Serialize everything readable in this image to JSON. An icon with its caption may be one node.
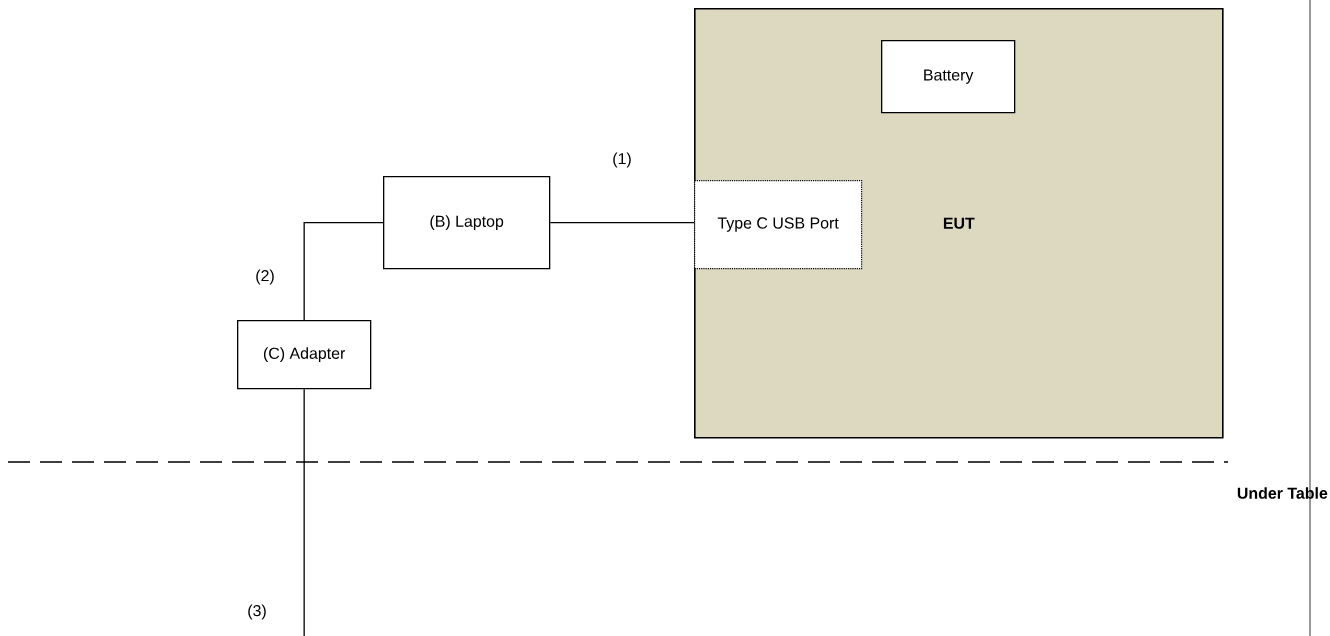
{
  "diagram": {
    "nodes": [
      {
        "text": [
          "EUT"
        ]
      },
      {
        "text": [
          "Battery"
        ],
        "in": 0
      },
      {
        "text": [
          "Type C USB Port"
        ],
        "in": 0
      },
      {
        "text": [
          "(B) Laptop"
        ]
      },
      {
        "text": [
          "(C) Adapter"
        ]
      }
    ],
    "edges": [
      {
        "from": 3,
        "to": 2,
        "arrow": "none",
        "label": "(1)"
      },
      {
        "from": 4,
        "to": 3,
        "arrow": "none",
        "label": "(2)"
      },
      {
        "from": 4,
        "to": null,
        "arrow": "none",
        "label": "(3)"
      }
    ],
    "labels": [
      "Under Table"
    ]
  }
}
